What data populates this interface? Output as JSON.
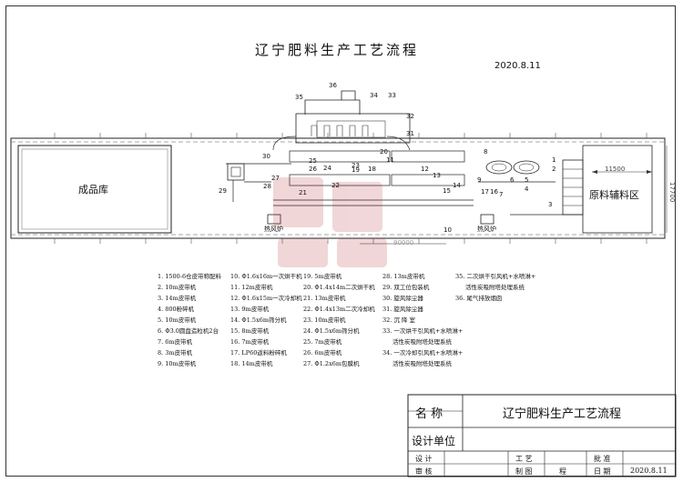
{
  "header": {
    "title": "辽宁肥料生产工艺流程",
    "date": "2020.8.11"
  },
  "plan": {
    "warehouse_label": "成品库",
    "raw_material_label": "原料辅料区",
    "dim_width": "11500",
    "dim_height": "17700",
    "dim_total": "90000",
    "furnace_left": "热风炉",
    "furnace_right": "热风炉"
  },
  "callouts": [
    "1",
    "2",
    "3",
    "4",
    "5",
    "6",
    "7",
    "8",
    "9",
    "10",
    "11",
    "12",
    "13",
    "14",
    "15",
    "16",
    "17",
    "18",
    "19",
    "20",
    "21",
    "22",
    "23",
    "24",
    "25",
    "26",
    "27",
    "28",
    "29",
    "30",
    "31",
    "32",
    "33",
    "34",
    "35",
    "36"
  ],
  "legend": {
    "col1": [
      "1. 1500-6仓皮带称配料",
      "2. 10m皮带机",
      "3. 14m皮带机",
      "4. 800粉碎机",
      "5. 10m皮带机",
      "6. Φ3.0圆盘造粒机2台",
      "7. 6m皮带机",
      "8. 3m皮带机",
      "9. 10m皮带机"
    ],
    "col2": [
      "10. Φ1.6x16m一次烘干机",
      "11. 12m皮带机",
      "12. Φ1.6x15m一次冷却机",
      "13. 9m皮带机",
      "14. Φ1.5x6m筛分机",
      "15. 8m皮带机",
      "16. 7m皮带机",
      "17. LP60返料粉碎机",
      "18. 14m皮带机"
    ],
    "col3": [
      "19. 5m皮带机",
      "20. Φ1.4x14m二次烘干机",
      "21. 13m皮带机",
      "22. Φ1.4x13m二次冷却机",
      "23. 10m皮带机",
      "24. Φ1.5x6m筛分机",
      "25. 7m皮带机",
      "26. 6m皮带机",
      "27. Φ1.2x6m包膜机"
    ],
    "col4": [
      "28. 13m皮带机",
      "29. 双工位包装机",
      "30. 旋风除尘器",
      "31. 旋风除尘器",
      "32. 沉 降 室",
      "33. 一次烘干引风机+水喷淋+",
      "活性炭吸附塔处理系统",
      "34. 一次冷却引风机+水喷淋+",
      "活性炭吸附塔处理系统"
    ],
    "col5": [
      "35. 二次烘干引风机+水喷淋+",
      "活性炭吸附塔处理系统",
      "36. 尾气排放烟囱"
    ]
  },
  "title_block": {
    "name_label": "名 称",
    "name_value": "辽宁肥料生产工艺流程",
    "unit_label": "设计单位",
    "design": "设 计",
    "review": "审 核",
    "process": "工 艺",
    "drawing": "制 图",
    "drawing_value": "程",
    "approve": "批 准",
    "date_label": "日 期",
    "date_value": "2020.8.11"
  }
}
